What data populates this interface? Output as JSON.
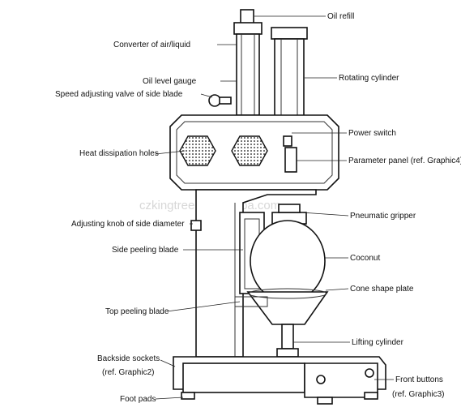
{
  "watermark": "czkingtree.en.alibaba.com",
  "labels": {
    "oil_refill": "Oil refill",
    "converter": "Converter of air/liquid",
    "oil_level_gauge": "Oil level gauge",
    "speed_valve": "Speed adjusting valve of side blade",
    "rotating_cylinder": "Rotating cylinder",
    "power_switch": "Power switch",
    "heat_holes": "Heat dissipation holes",
    "parameter_panel": "Parameter panel (ref. Graphic4)",
    "pneumatic_gripper": "Pneumatic gripper",
    "adjusting_knob": "Adjusting knob of side diameter",
    "side_blade": "Side peeling blade",
    "coconut": "Coconut",
    "cone_plate": "Cone shape plate",
    "top_blade": "Top peeling blade",
    "lifting_cylinder": "Lifting cylinder",
    "backside_sockets": "Backside sockets",
    "backside_ref": "(ref. Graphic2)",
    "foot_pads": "Foot pads",
    "front_buttons": "Front buttons",
    "front_ref": "(ref. Graphic3)"
  }
}
